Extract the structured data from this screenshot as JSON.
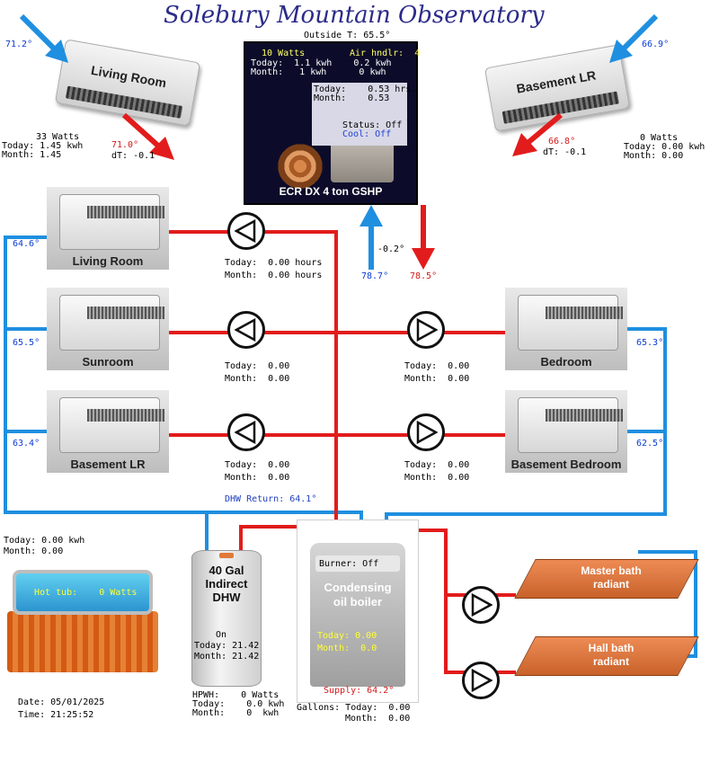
{
  "title": "Solebury Mountain Observatory",
  "outside_temp": "Outside T: 65.5°",
  "minisplit_living": {
    "name": "Living Room",
    "in_temp": "71.2°",
    "out_temp": "71.0°",
    "dt": "dT: -0.1",
    "watts": "33 Watts",
    "today": "Today: 1.45 kwh",
    "month": "Month: 1.45"
  },
  "minisplit_basement": {
    "name": "Basement LR",
    "in_temp": "66.9°",
    "out_temp": "66.8°",
    "dt": "dT: -0.1",
    "watts": "0 Watts",
    "today": "Today: 0.00 kwh",
    "month": "Month: 0.00"
  },
  "gshp": {
    "watts": "10 Watts",
    "air_hndlr": "Air hndlr:  4",
    "today_kwh": "Today:  1.1 kwh    0.2 kwh",
    "month_kwh": "Month:   1 kwh      0 kwh",
    "today_hrs": "Today:    0.53 hrs.",
    "month_hrs": "Month:    0.53",
    "status": "Status: Off",
    "cool": "Cool: Off",
    "name": "ECR DX 4 ton GSHP",
    "dt": "-0.2°",
    "supply_temp": "78.7°",
    "return_temp": "78.5°"
  },
  "zones": {
    "living_room": {
      "name": "Living Room",
      "temp": "64.6°",
      "today": "Today:  0.00 hours",
      "month": "Month:  0.00 hours"
    },
    "sunroom": {
      "name": "Sunroom",
      "temp": "65.5°",
      "today": "Today:  0.00",
      "month": "Month:  0.00"
    },
    "bedroom": {
      "name": "Bedroom",
      "temp": "65.3°",
      "today": "Today:  0.00",
      "month": "Month:  0.00"
    },
    "basement_lr": {
      "name": "Basement LR",
      "temp": "63.4°",
      "today": "Today:  0.00",
      "month": "Month:  0.00"
    },
    "basement_bedroom": {
      "name": "Basement Bedroom",
      "temp": "62.5°",
      "today": "Today:  0.00",
      "month": "Month:  0.00"
    }
  },
  "dhw_return": "DHW Return: 64.1°",
  "hot_tub": {
    "today": "Today: 0.00 kwh",
    "month": "Month: 0.00",
    "label": "Hot tub:    0 Watts"
  },
  "datetime": {
    "date": "Date: 05/01/2025",
    "time": "Time: 21:25:52"
  },
  "dhw_tank": {
    "line1": "40 Gal",
    "line2": "Indirect",
    "line3": "DHW",
    "state": "On",
    "today": "Today: 21.42",
    "month": "Month: 21.42",
    "hpwh": "HPWH:    0 Watts",
    "hpwh_today": "Today:    0.0 kwh",
    "hpwh_month": "Month:    0  kwh"
  },
  "boiler": {
    "burner": "Burner: Off",
    "line1": "Condensing",
    "line2": "oil boiler",
    "today": "Today: 0.00",
    "month": "Month:  0.0",
    "supply": "Supply: 64.2°",
    "gallons_today": "Gallons: Today:  0.00",
    "gallons_month": "Month:  0.00"
  },
  "radiant": {
    "master": {
      "line1": "Master bath",
      "line2": "radiant"
    },
    "hall": {
      "line1": "Hall bath",
      "line2": "radiant"
    }
  },
  "colors": {
    "supply_pipe": "#e21c1c",
    "return_pipe": "#1f8fe0",
    "title": "#2b2b8a"
  }
}
